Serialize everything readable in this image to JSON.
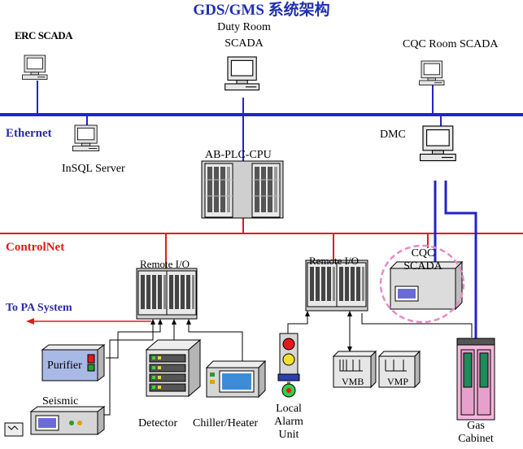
{
  "title": "GDS/GMS 系统架构",
  "networks": {
    "ethernet": "Ethernet",
    "controlnet": "ControlNet"
  },
  "nodes": {
    "erc_scada": "ERC SCADA",
    "duty_room_line1": "Duty Room",
    "duty_room_line2": "SCADA",
    "cqc_room_scada": "CQC Room SCADA",
    "insql_server": "InSQL Server",
    "ab_plc_cpu": "AB-PLC-CPU",
    "dmc": "DMC",
    "remote_io_1": "Remote I/O",
    "remote_io_2": "Remote I/O",
    "cqc_scada_line1": "CQC",
    "cqc_scada_line2": "SCADA",
    "to_pa_system": "To PA System",
    "purifier": "Purifier",
    "seismic": "Seismic",
    "detector": "Detector",
    "chiller_heater": "Chiller/Heater",
    "local_alarm_line1": "Local",
    "local_alarm_line2": "Alarm",
    "local_alarm_line3": "Unit",
    "vmb": "VMB",
    "vmp": "VMP",
    "gas_cabinet_line1": "Gas",
    "gas_cabinet_line2": "Cabinet"
  },
  "colors": {
    "ethernet": "#2323c8",
    "controlnet": "#e01b1b",
    "title": "#1e2fb0",
    "highlight_circle": "#e88ac8"
  }
}
